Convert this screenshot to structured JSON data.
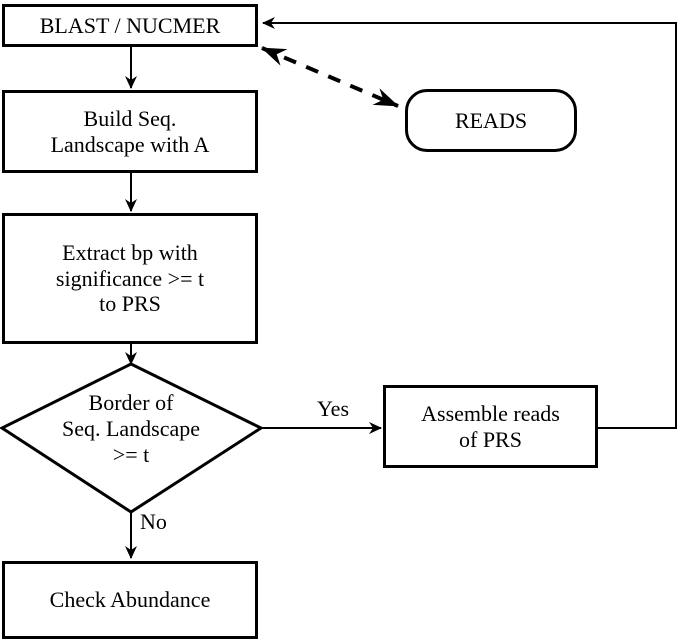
{
  "diagram": {
    "type": "flowchart",
    "title": "",
    "background_color": "#ffffff",
    "line_color": "#000000",
    "nodes": {
      "blast_nucmer": {
        "label": "BLAST / NUCMER",
        "shape": "rectangle"
      },
      "reads": {
        "label": "READS",
        "shape": "rounded-rectangle"
      },
      "build_landscape": {
        "label": "Build Seq.\nLandscape with A",
        "shape": "rectangle"
      },
      "extract_bp": {
        "label": "Extract bp with\nsignificance >= t\nto PRS",
        "shape": "rectangle"
      },
      "border_decision": {
        "label": "Border of\nSeq. Landscape\n>= t",
        "shape": "diamond"
      },
      "assemble_reads": {
        "label": "Assemble reads\nof PRS",
        "shape": "rectangle"
      },
      "check_abundance": {
        "label": "Check Abundance",
        "shape": "rectangle"
      }
    },
    "edge_labels": {
      "yes": "Yes",
      "no": "No"
    }
  }
}
